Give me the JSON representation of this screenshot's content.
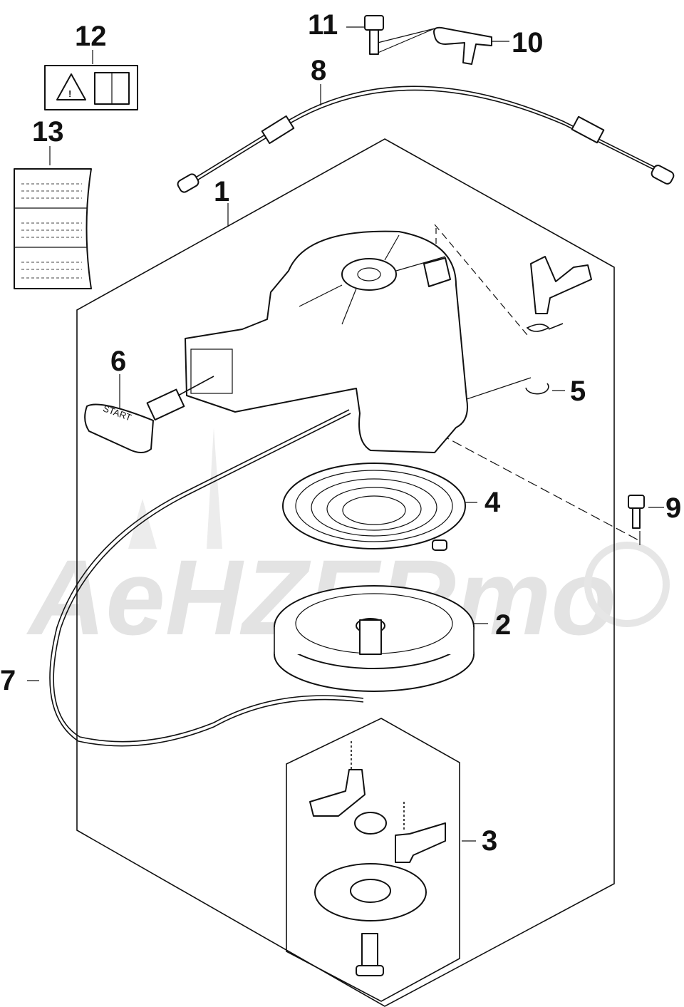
{
  "watermark": {
    "text": "AeHZERmo"
  },
  "callouts": [
    {
      "id": "1",
      "label": "1"
    },
    {
      "id": "2",
      "label": "2"
    },
    {
      "id": "3",
      "label": "3"
    },
    {
      "id": "4",
      "label": "4"
    },
    {
      "id": "5",
      "label": "5"
    },
    {
      "id": "6",
      "label": "6"
    },
    {
      "id": "7",
      "label": "7"
    },
    {
      "id": "8",
      "label": "8"
    },
    {
      "id": "9",
      "label": "9"
    },
    {
      "id": "10",
      "label": "10"
    },
    {
      "id": "11",
      "label": "11"
    },
    {
      "id": "12",
      "label": "12"
    },
    {
      "id": "13",
      "label": "13"
    }
  ],
  "handle_text": "START",
  "colors": {
    "line": "#111111",
    "watermark": "#e3e3e3",
    "background": "#ffffff"
  }
}
